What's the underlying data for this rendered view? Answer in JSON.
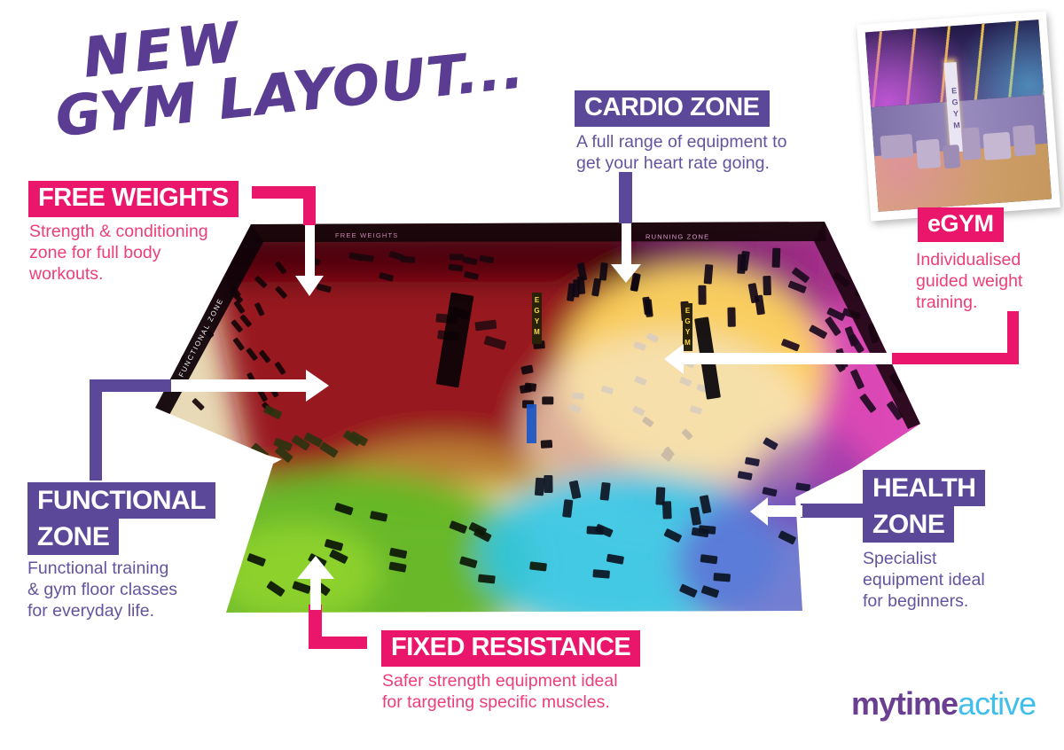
{
  "title": {
    "line1": "NEW",
    "line2": "GYM LAYOUT..."
  },
  "labels": {
    "cardio": {
      "title": "CARDIO ZONE",
      "desc": "A full range of equipment to\nget your heart rate going."
    },
    "free_weights": {
      "title": "FREE WEIGHTS",
      "desc": "Strength & conditioning\nzone for full body\nworkouts."
    },
    "functional": {
      "line1": "FUNCTIONAL",
      "line2": "ZONE",
      "desc": "Functional training\n& gym floor classes\nfor everyday life."
    },
    "fixed_resistance": {
      "title": "FIXED RESISTANCE",
      "desc": "Safer strength equipment ideal\nfor targeting specific muscles."
    },
    "health": {
      "line1": "HEALTH",
      "line2": "ZONE",
      "desc": "Specialist\nequipment ideal\nfor beginners."
    },
    "egym": {
      "title": "eGYM",
      "desc": "Individualised\nguided weight\ntraining."
    }
  },
  "floor_texts": {
    "free_weights_wall": "FREE WEIGHTS",
    "running_zone_wall": "RUNNING ZONE",
    "functional_wall": "FUNCTIONAL ZONE",
    "egym_pillar": "EGYM"
  },
  "photo": {
    "pillar_text": "EGYM"
  },
  "logo": {
    "part1": "mytime",
    "part2": "active"
  },
  "colors": {
    "purple": "#5c4899",
    "pink": "#e9166b",
    "purple_text": "#65539f",
    "pink_text": "#ee3e77",
    "title_purple": "#5a3d92",
    "logo_purple": "#6a3f92",
    "logo_cyan": "#41bfec"
  }
}
